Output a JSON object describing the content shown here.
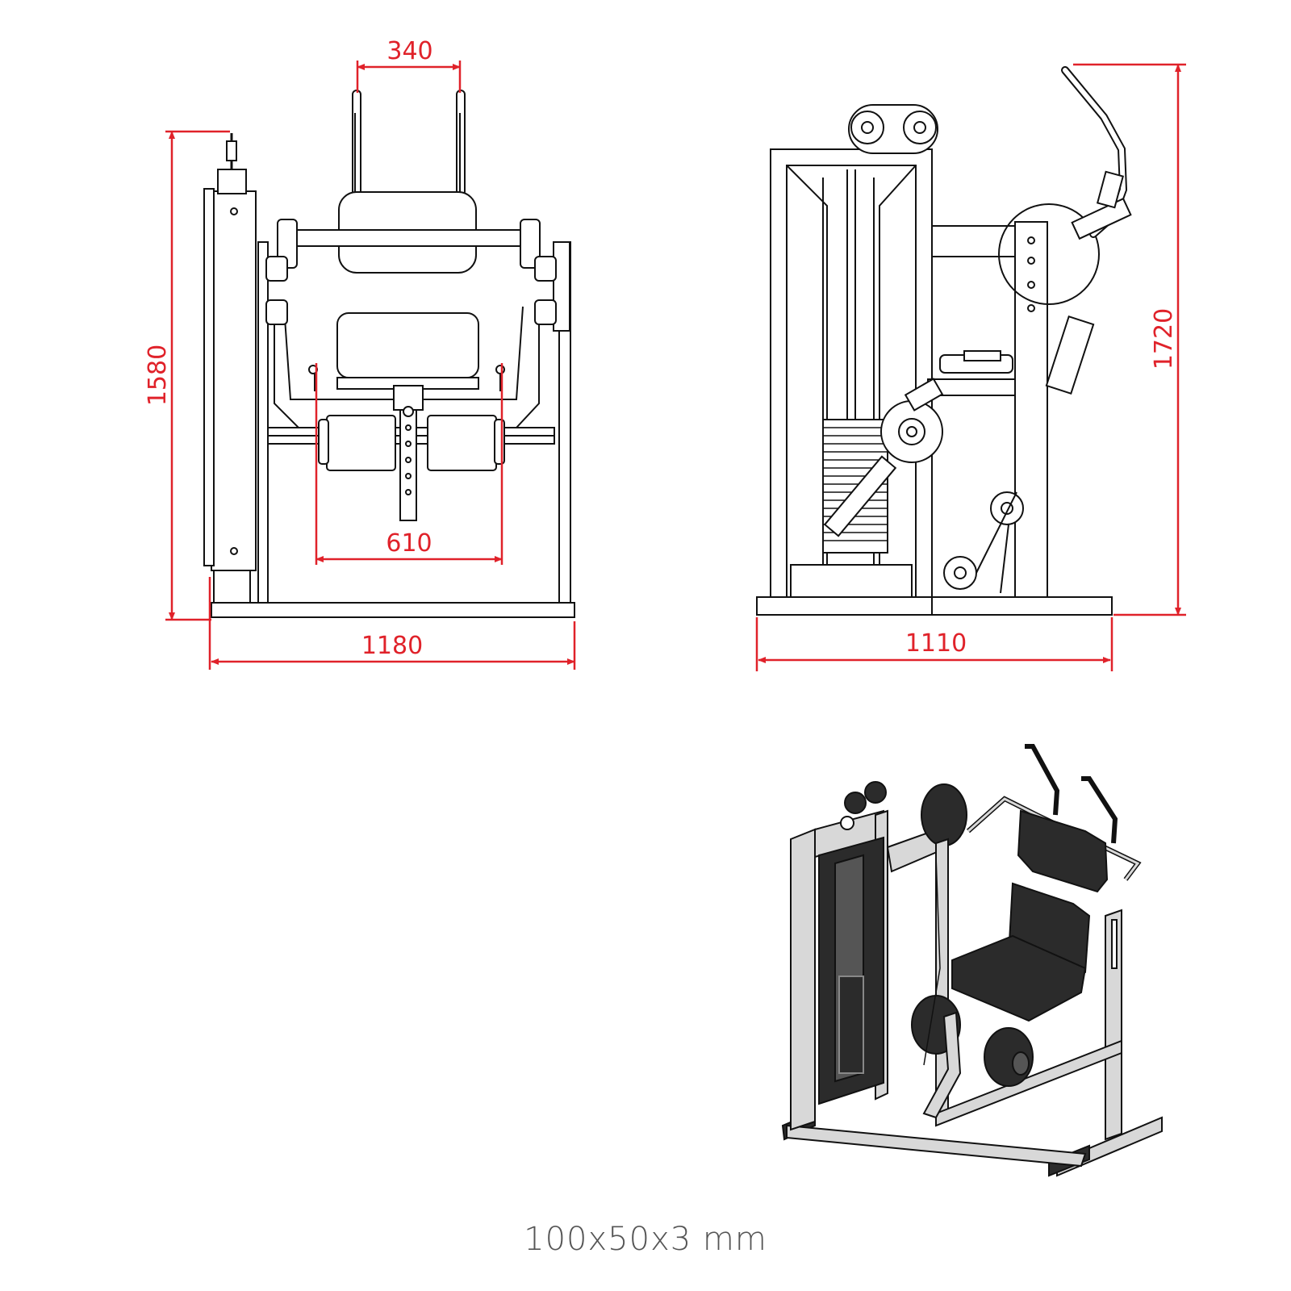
{
  "colors": {
    "dimension": "#e0222a",
    "line": "#111111",
    "pad": "#2b2b2b",
    "frame_fill": "#ffffff",
    "iso_frame": "#d8d8d8",
    "caption": "#555555"
  },
  "front_view": {
    "dim_handle_spacing": "340",
    "dim_pad_spacing": "610",
    "dim_width": "1180",
    "dim_height": "1580"
  },
  "side_view": {
    "dim_width": "1110",
    "dim_height": "1720"
  },
  "isometric_view": {},
  "caption": "100x50x3 mm"
}
